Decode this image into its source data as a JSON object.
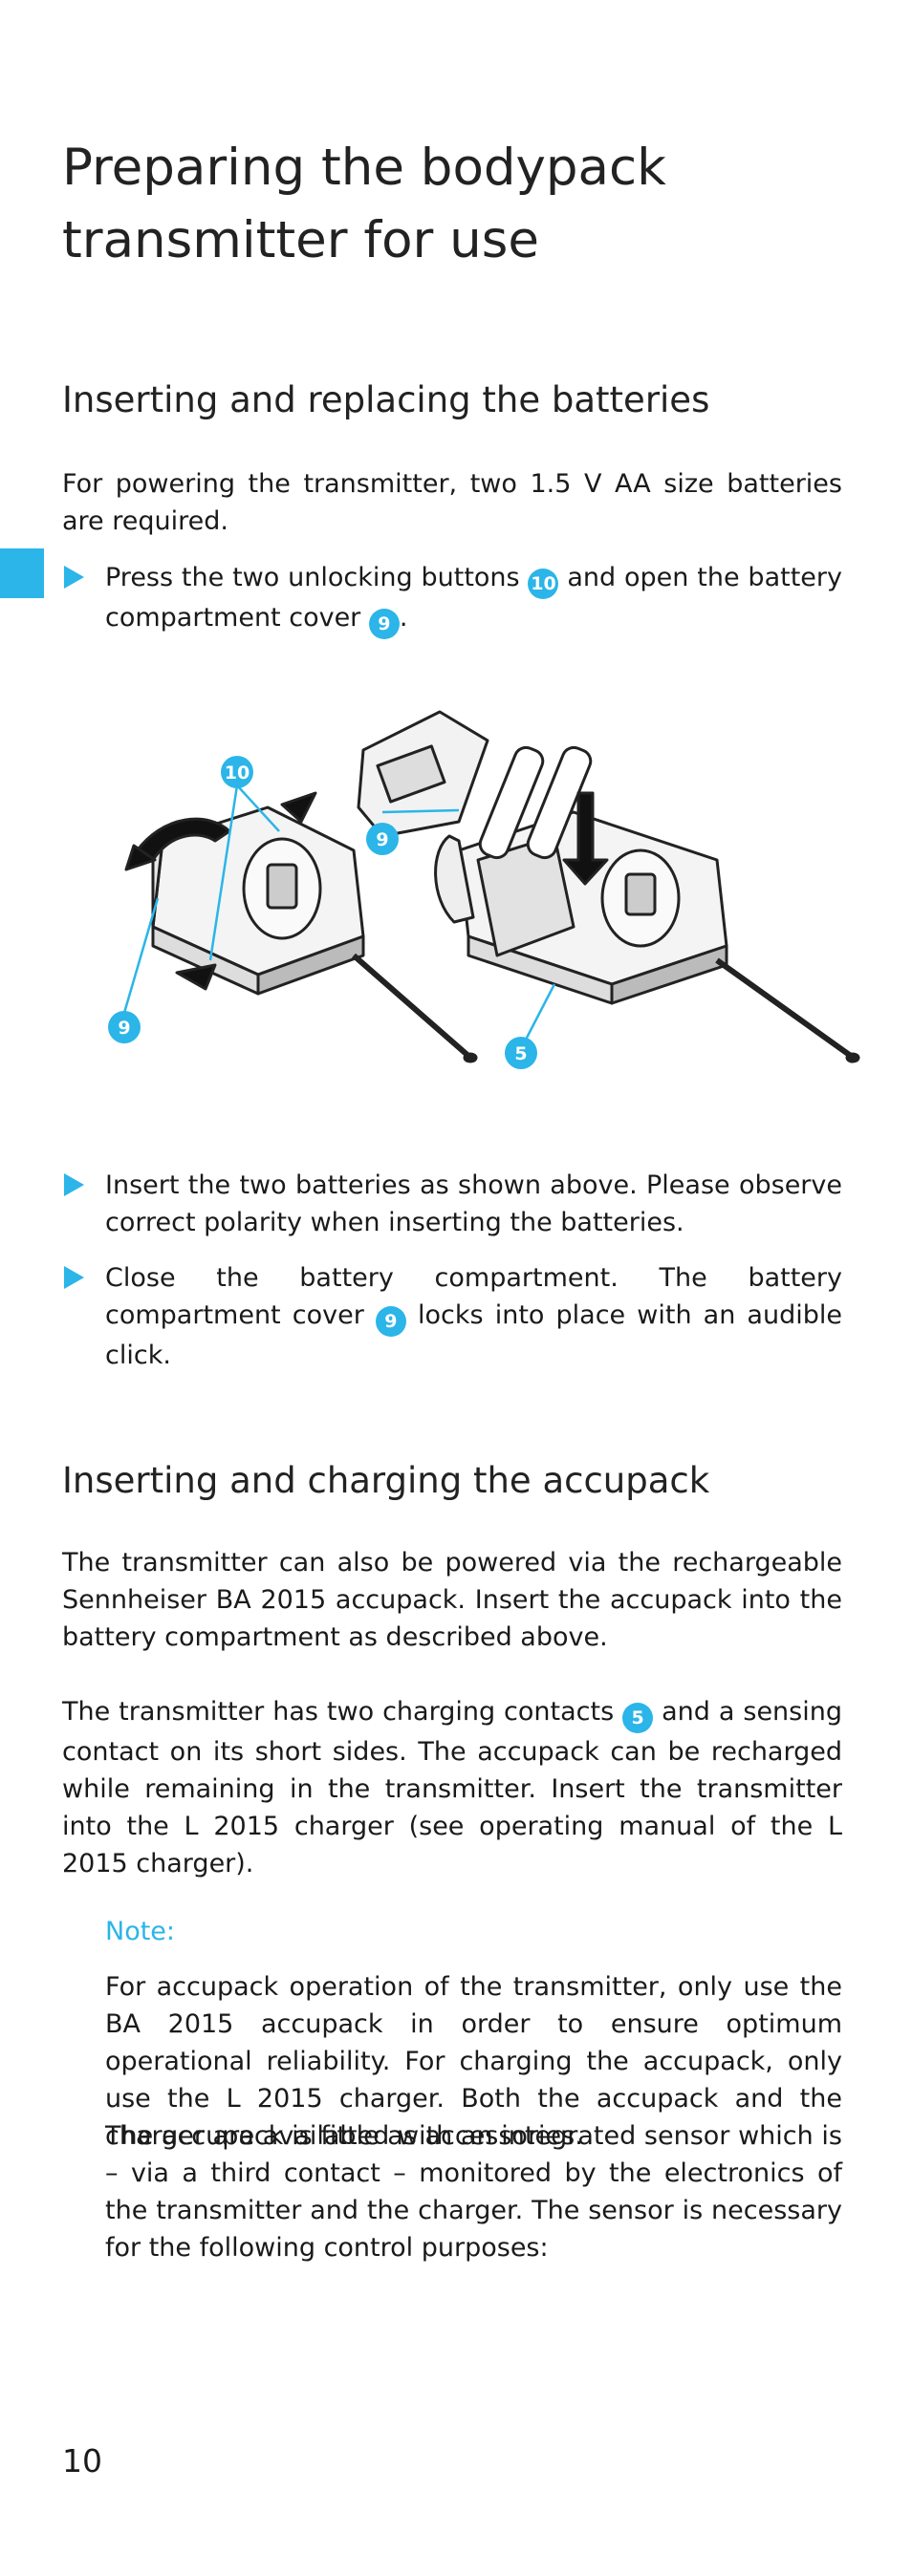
{
  "title": "Preparing the bodypack transmitter for use",
  "section1": {
    "heading": "Inserting and replacing the batteries",
    "intro": "For powering the transmitter, two 1.5 V AA size batteries are required.",
    "step1": {
      "before": "Press the two unlocking buttons",
      "ref_a": "10",
      "middle": "and open the battery compartment cover",
      "ref_b": "9",
      "after": "."
    },
    "figure_callouts": {
      "unlock_buttons": "10",
      "cover_left": "9",
      "cover_right": "9",
      "contacts": "5"
    },
    "step2": "Insert the two batteries as shown above. Please observe correct polarity when inserting the batteries.",
    "step3": {
      "before": "Close the battery compartment. The battery compartment cover",
      "ref": "9",
      "after": "locks into place with an audible click."
    }
  },
  "section2": {
    "heading": "Inserting and charging the accupack",
    "para1": "The transmitter can also be powered via the rechargeable Sennheiser BA 2015 accupack. Insert the accupack into the battery compartment as described above.",
    "para2": {
      "before": "The transmitter has two charging contacts",
      "ref": "5",
      "after": "and a sensing contact on its short sides. The accupack can be recharged while remaining in the transmitter. Insert the transmitter into the L 2015 charger (see operating manual of the L 2015 charger)."
    },
    "note_label": "Note:",
    "note_para1": "For accupack operation of the transmitter, only use the BA 2015 accupack in order to ensure optimum operational reliability. For charging the accupack, only use the L 2015 charger. Both the accupack and the charger are available as accessories.",
    "note_para2": "The accupack is fitted with an integrated sensor which is – via a third contact – monitored by the electronics of the transmitter and the charger. The sensor is necessary for the following control purposes:"
  },
  "page_number": "10",
  "colors": {
    "accent": "#2bb5e8",
    "text": "#1a1a1a"
  }
}
